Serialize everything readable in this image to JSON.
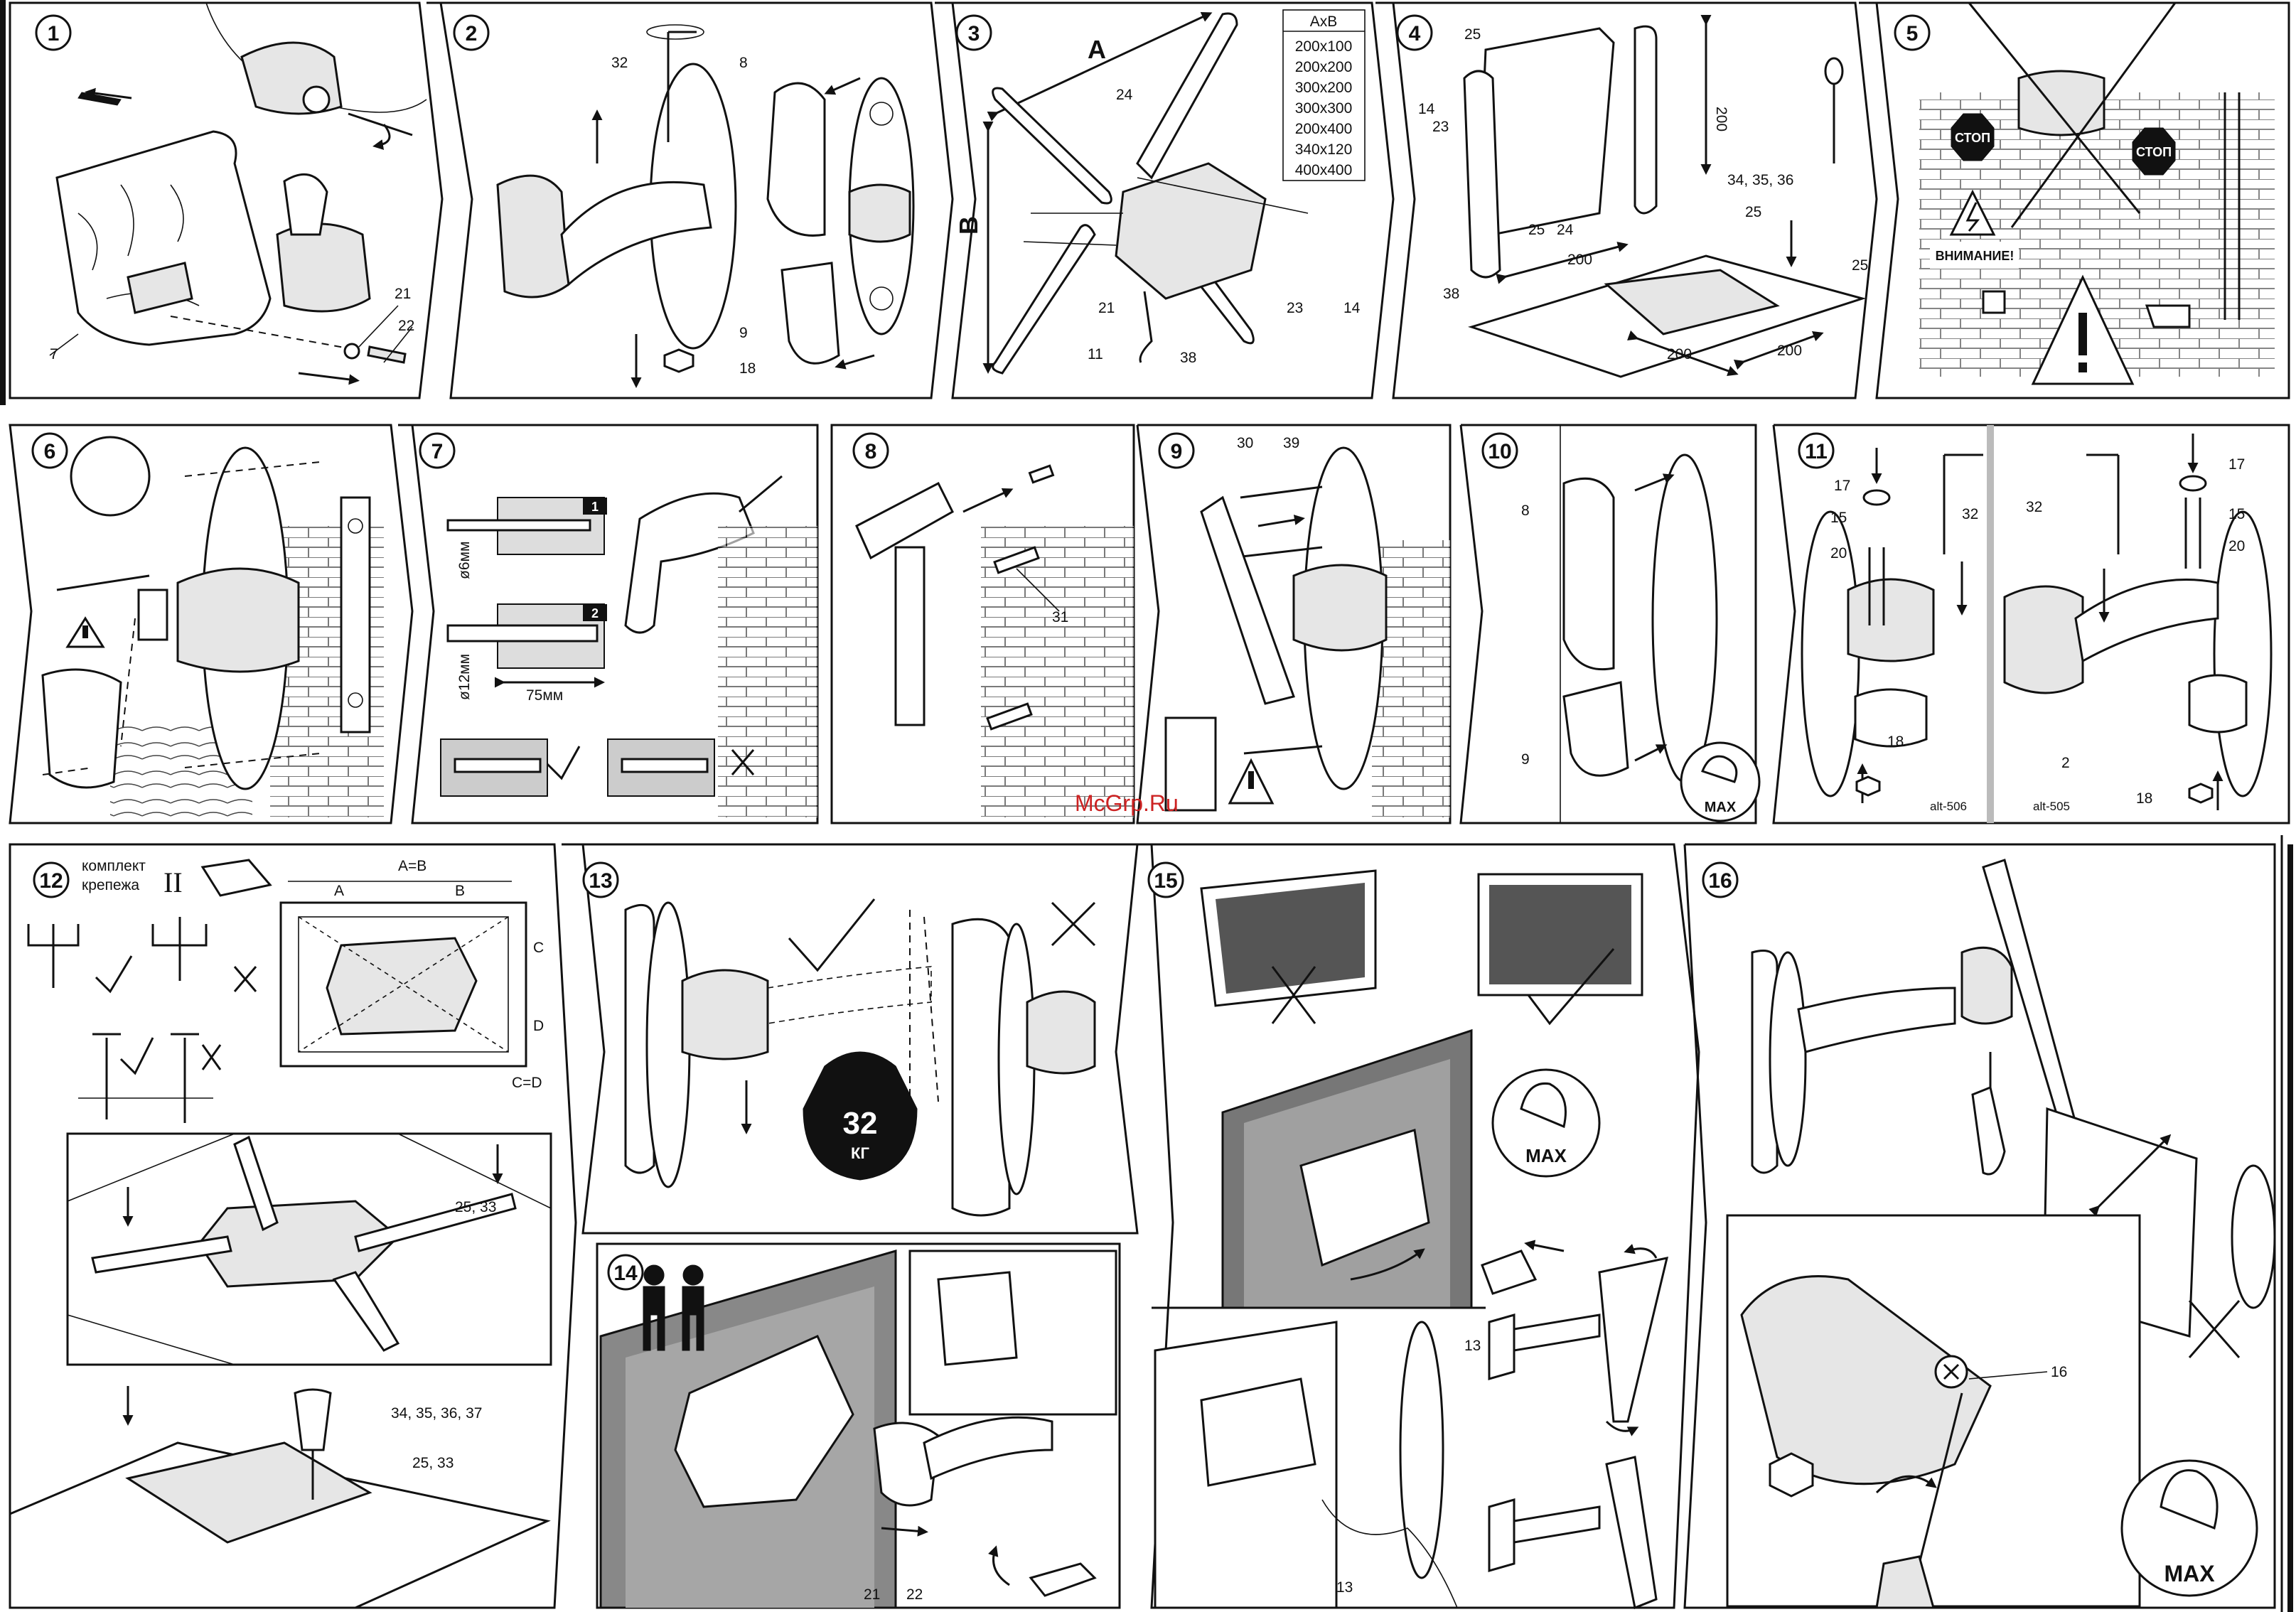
{
  "watermark": "McGrp.Ru",
  "steps": [
    {
      "num": "1",
      "labels": [
        "21",
        "22",
        "7"
      ]
    },
    {
      "num": "2",
      "labels": [
        "32",
        "8",
        "9",
        "18"
      ]
    },
    {
      "num": "3",
      "dim_a": "A",
      "dim_b": "B",
      "size_header": "AxB",
      "sizes": [
        "200x100",
        "200x200",
        "300x200",
        "300x300",
        "200x400",
        "340x120",
        "400x400"
      ],
      "labels": [
        "24",
        "21",
        "11",
        "38",
        "23",
        "14"
      ]
    },
    {
      "num": "4",
      "labels": [
        "25",
        "14",
        "23",
        "25",
        "24",
        "38",
        "200",
        "200",
        "34, 35, 36",
        "25",
        "25",
        "200",
        "200"
      ]
    },
    {
      "num": "5",
      "stop1": "СТОП",
      "stop2": "СТОП",
      "warning": "ВНИМАНИЕ!"
    },
    {
      "num": "6"
    },
    {
      "num": "7",
      "box1": "1",
      "box2": "2",
      "d6": "ø6мм",
      "d12": "ø12мм",
      "depth": "75мм"
    },
    {
      "num": "8",
      "labels": [
        "31"
      ]
    },
    {
      "num": "9",
      "labels": [
        "30",
        "39"
      ]
    },
    {
      "num": "10",
      "labels": [
        "8",
        "9"
      ],
      "max": "MAX"
    },
    {
      "num": "11",
      "labels_left": [
        "17",
        "15",
        "20",
        "18"
      ],
      "labels_right": [
        "32",
        "17",
        "15",
        "20",
        "2",
        "18"
      ],
      "label_32_left": "32",
      "model_left": "alt-506",
      "model_right": "alt-505"
    },
    {
      "num": "12",
      "kit_line1": "комплект",
      "kit_line2": "крепежа",
      "kit_mark": "II",
      "a_eq_b": "A=B",
      "a": "A",
      "b": "B",
      "c": "C",
      "d": "D",
      "c_eq_d": "C=D",
      "labels": [
        "25, 33",
        "34, 35, 36, 37",
        "25, 33"
      ]
    },
    {
      "num": "13",
      "weight": "32",
      "weight_unit": "КГ"
    },
    {
      "num": "14",
      "labels": [
        "21",
        "22"
      ]
    },
    {
      "num": "15",
      "max": "MAX",
      "labels": [
        "13",
        "13"
      ]
    },
    {
      "num": "16",
      "labels": [
        "16"
      ],
      "max": "MAX"
    }
  ]
}
